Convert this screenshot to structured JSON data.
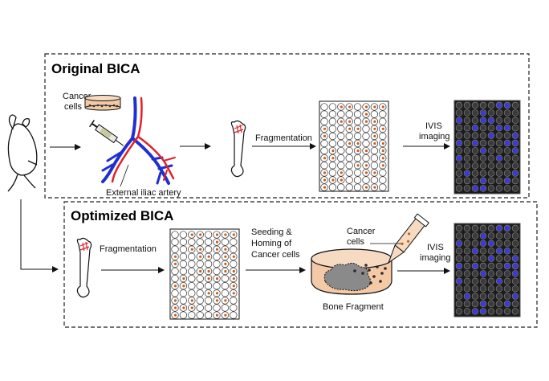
{
  "panels": {
    "original": {
      "title": "Original BICA",
      "cancer_cells": [
        "Cancer",
        "cells"
      ],
      "artery_label": "External iliac artery",
      "fragmentation": "Fragmentation",
      "ivis": [
        "IVIS",
        "imaging"
      ]
    },
    "optimized": {
      "title": "Optimized BICA",
      "fragmentation": "Fragmentation",
      "seeding": [
        "Seeding &",
        "Homing of",
        "Cancer cells"
      ],
      "cancer_cells": [
        "Cancer",
        "cells"
      ],
      "bone_fragment": "Bone Fragment",
      "ivis": [
        "IVIS",
        "imaging"
      ]
    }
  },
  "colors": {
    "frame_dash": "#222222",
    "artery_red": "#e0202a",
    "vein_blue": "#1f2fd0",
    "dish_fill": "#f4c9a6",
    "bone_gray": "#8a8a8a",
    "fragment_orange": "#c8601a",
    "ivis_bg": "#1b1b1b",
    "ivis_signal": "#3a3af0"
  }
}
